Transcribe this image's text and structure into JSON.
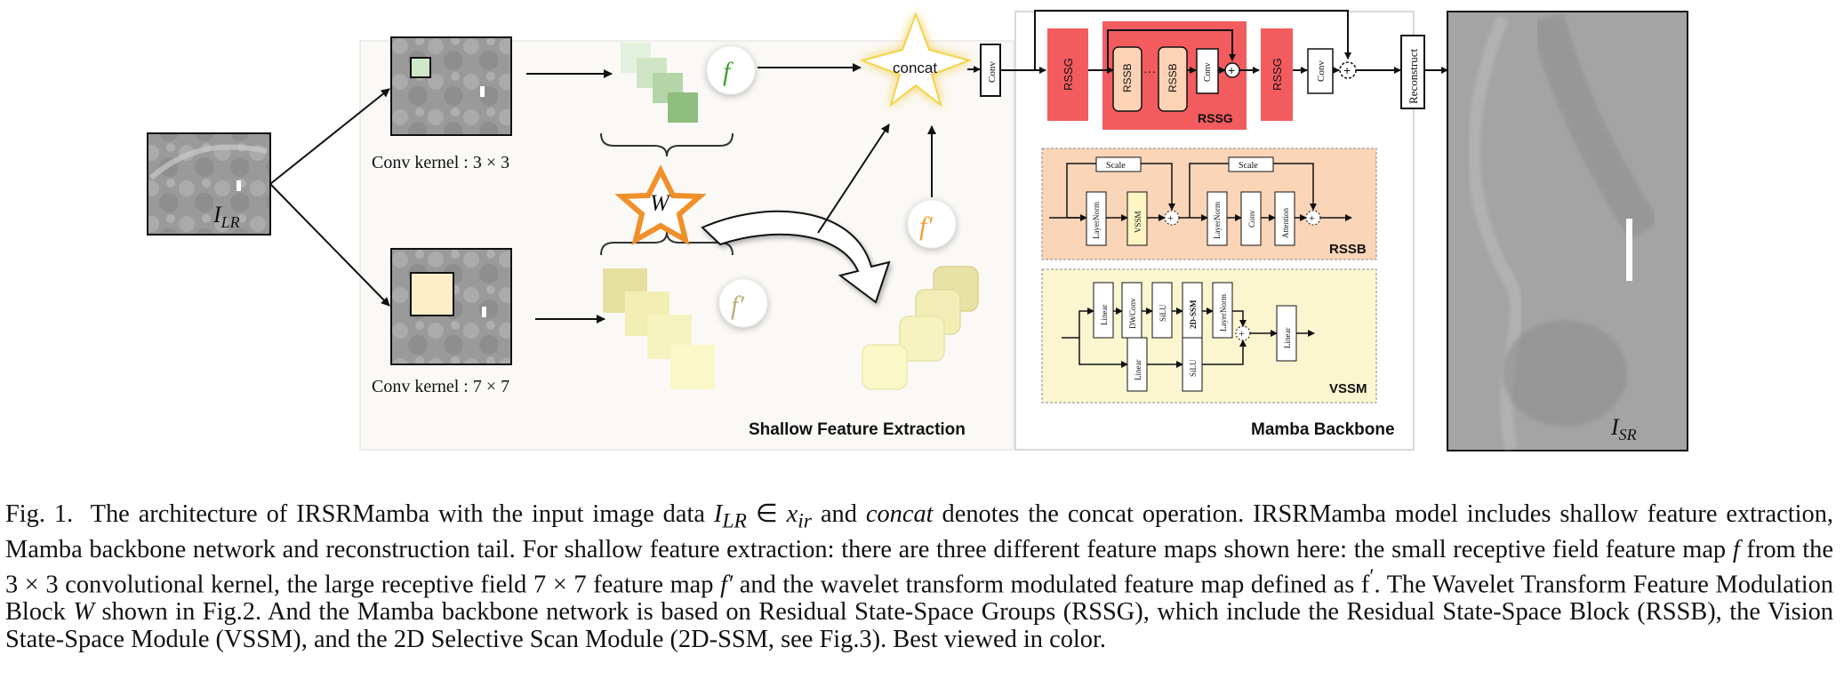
{
  "figure": {
    "input_label": {
      "main": "I",
      "sub": "LR"
    },
    "output_label": {
      "main": "I",
      "sub": "SR"
    },
    "shallow": {
      "title": "Shallow Feature Extraction",
      "conv3_label": "Conv kernel : 3 × 3",
      "conv7_label": "Conv kernel : 7 × 7",
      "f_symbol": "f",
      "f_prime_symbol": "f′",
      "w_symbol": "W",
      "concat_label": "concat"
    },
    "backbone": {
      "title": "Mamba Backbone",
      "conv_label": "Conv",
      "rssg_label": "RSSG",
      "rssb_label": "RSSB",
      "rssg_group_label": "RSSG",
      "dots": "···",
      "reconstruct_label": "Reconstruct",
      "plus": "+",
      "rssb_detail": {
        "title": "RSSB",
        "scale1": "Scale",
        "scale2": "Scale",
        "layernorm1": "LayerNorm",
        "vssm": "VSSM",
        "layernorm2": "LayerNorm",
        "conv": "Conv",
        "attention": "Attention"
      },
      "vssm_detail": {
        "title": "VSSM",
        "linear1": "Linear",
        "dwconv": "DWConv",
        "silu1": "SiLU",
        "ssm2d": "2D-SSM",
        "layernorm": "LayerNorm",
        "linear_out": "Linear",
        "linear2": "Linear",
        "silu2": "SiLU"
      }
    }
  },
  "caption": {
    "fig_no": "Fig. 1.",
    "s1a": "The architecture of IRSRMamba with the input image data ",
    "s1_sym1": "I",
    "s1_sym1_sub": "LR",
    "s1_in": " ∈ ",
    "s1_sym2": "x",
    "s1_sym2_sub": "ir",
    "s1b": " and ",
    "s1_concat": "concat",
    "s1c": " denotes the concat operation. IRSRMamba model includes shallow feature extraction, Mamba backbone network and reconstruction tail. For shallow feature extraction: there are three different feature maps shown here: the small receptive field feature map ",
    "s1_f": "f",
    "s1d": " from the 3 × 3 convolutional kernel, the large receptive field 7 × 7 feature map ",
    "s1_fp": "f′",
    "s1e": " and the wavelet transform modulated feature map defined as f",
    "s1_fpp": "′",
    "s1f": ". The Wavelet Transform Feature Modulation Block ",
    "s1_w": "W",
    "s1g": " shown in Fig.2. And the Mamba backbone network is based on Residual State-Space Groups (RSSG), which include the Residual State-Space Block (RSSB), the Vision State-Space Module (VSSM), and the 2D Selective Scan Module (2D-SSM, see Fig.3). Best viewed in color."
  }
}
